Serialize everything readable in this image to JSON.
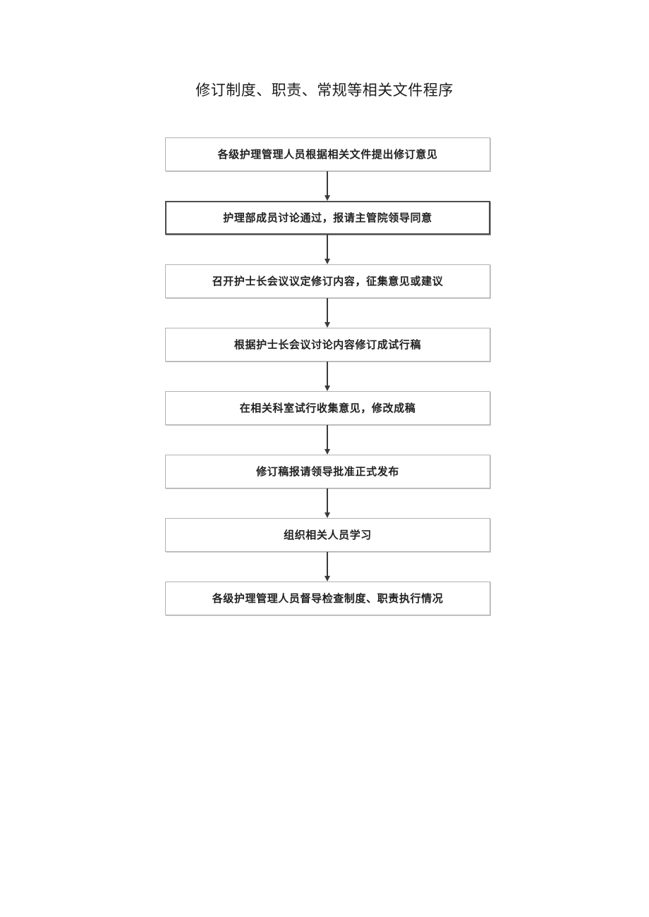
{
  "document": {
    "title": "修订制度、职责、常规等相关文件程序",
    "page_background": "#ffffff",
    "text_color": "#1c1c1c"
  },
  "flowchart": {
    "type": "vertical-flowchart",
    "orientation": "top-to-bottom",
    "node_border_color": "#b2b2b2",
    "emphasis_border_color": "#4d4d4d",
    "connector_color": "#3a3a3a",
    "node_count": 8,
    "connector_count": 7,
    "nodes": [
      {
        "step": 1,
        "label": "各级护理管理人员根据相关文件提出修订意见",
        "emphasis": false
      },
      {
        "step": 2,
        "label": "护理部成员讨论通过，报请主管院领导同意",
        "emphasis": true
      },
      {
        "step": 3,
        "label": "召开护士长会议议定修订内容，征集意见或建议",
        "emphasis": false
      },
      {
        "step": 4,
        "label": "根据护士长会议讨论内容修订成试行稿",
        "emphasis": false
      },
      {
        "step": 5,
        "label": "在相关科室试行收集意见，修改成稿",
        "emphasis": false
      },
      {
        "step": 6,
        "label": "修订稿报请领导批准正式发布",
        "emphasis": false
      },
      {
        "step": 7,
        "label": "组织相关人员学习",
        "emphasis": false
      },
      {
        "step": 8,
        "label": "各级护理管理人员督导检查制度、职责执行情况",
        "emphasis": false
      }
    ]
  }
}
